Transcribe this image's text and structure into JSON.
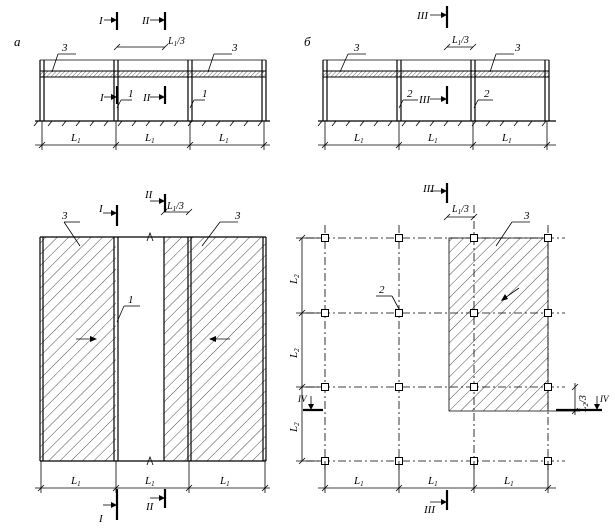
{
  "panels": {
    "a": "а",
    "b": "б"
  },
  "dims": {
    "L1": "L",
    "sub1": "1",
    "L2": "L",
    "sub2": "2",
    "third": "/3"
  },
  "sections": {
    "I": "I",
    "II": "II",
    "III": "III",
    "IV": "IV"
  },
  "callouts": {
    "one": "1",
    "two": "2",
    "three": "3"
  }
}
